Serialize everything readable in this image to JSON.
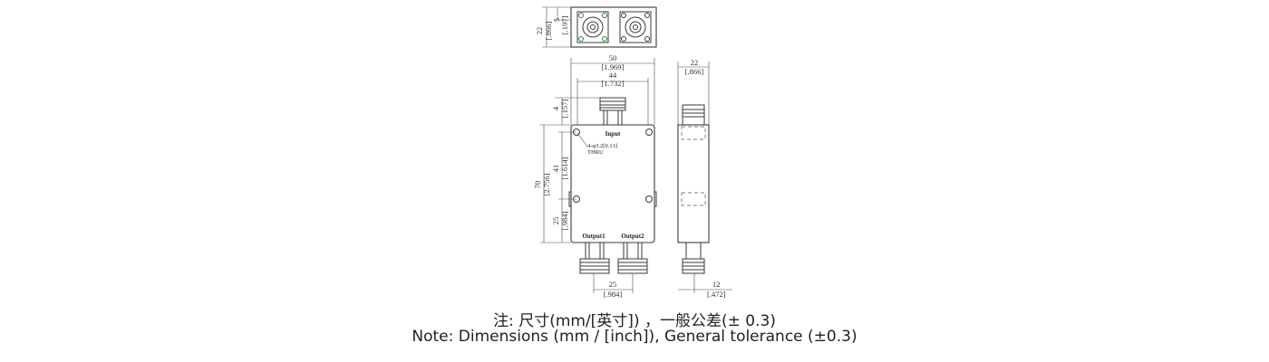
{
  "dimensions": {
    "top_height": "22",
    "top_height_in": "[.866]",
    "top_offset": "5",
    "top_offset_in": "[.197]",
    "width_outer": "50",
    "width_outer_in": "[1.969]",
    "width_inner": "44",
    "width_inner_in": "[1.732]",
    "side_depth": "22",
    "side_depth_in": "[.866]",
    "flange_off": "4",
    "flange_off_in": "[.157]",
    "height_total": "70",
    "height_total_in": "[2.756]",
    "hole_spacing": "41",
    "hole_spacing_in": "[1.614]",
    "bottom_off": "25",
    "bottom_off_in": "[.984]",
    "output_spacing": "25",
    "output_spacing_in": "[.984]",
    "side_conn": "12",
    "side_conn_in": "[.472]"
  },
  "labels": {
    "input": "Input",
    "output1": "Output1",
    "output2": "Output2",
    "hole_spec": "4-φ3.2[0.13]",
    "hole_thru": "THRU"
  },
  "notes": {
    "cn": "注: 尺寸(mm/[英寸]) ，一般公差(± 0.3)",
    "en": "Note: Dimensions (mm / [inch]), General tolerance (±0.3)"
  }
}
